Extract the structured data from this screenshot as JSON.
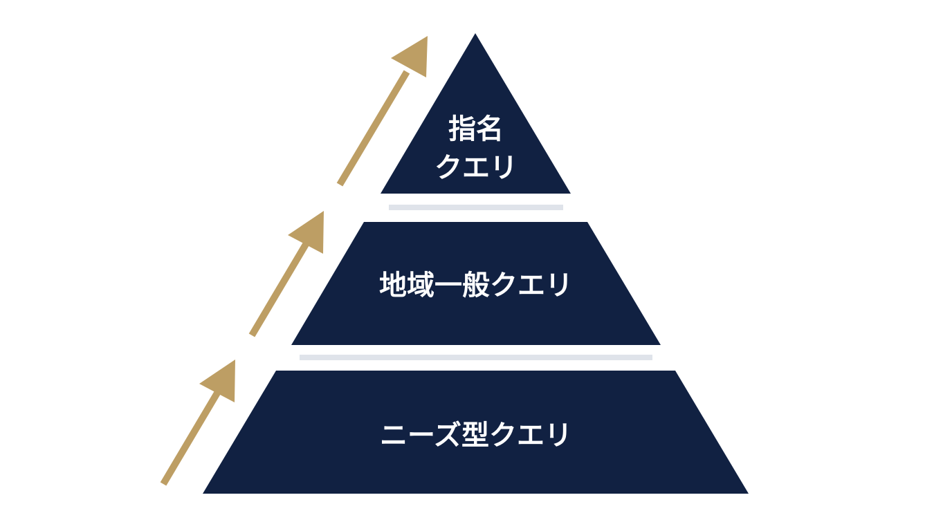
{
  "diagram": {
    "tiers": [
      {
        "label_line1": "指名",
        "label_line2": "クエリ"
      },
      {
        "label": "地域一般クエリ"
      },
      {
        "label": "ニーズ型クエリ"
      }
    ],
    "colors": {
      "tier_fill": "#112142",
      "separator": "#dfe3ea",
      "arrow": "#bd9e64",
      "label": "#ffffff",
      "background": "#ffffff"
    },
    "icons": [
      "arrow-up-right-icon",
      "arrow-up-right-icon",
      "arrow-up-right-icon"
    ]
  }
}
